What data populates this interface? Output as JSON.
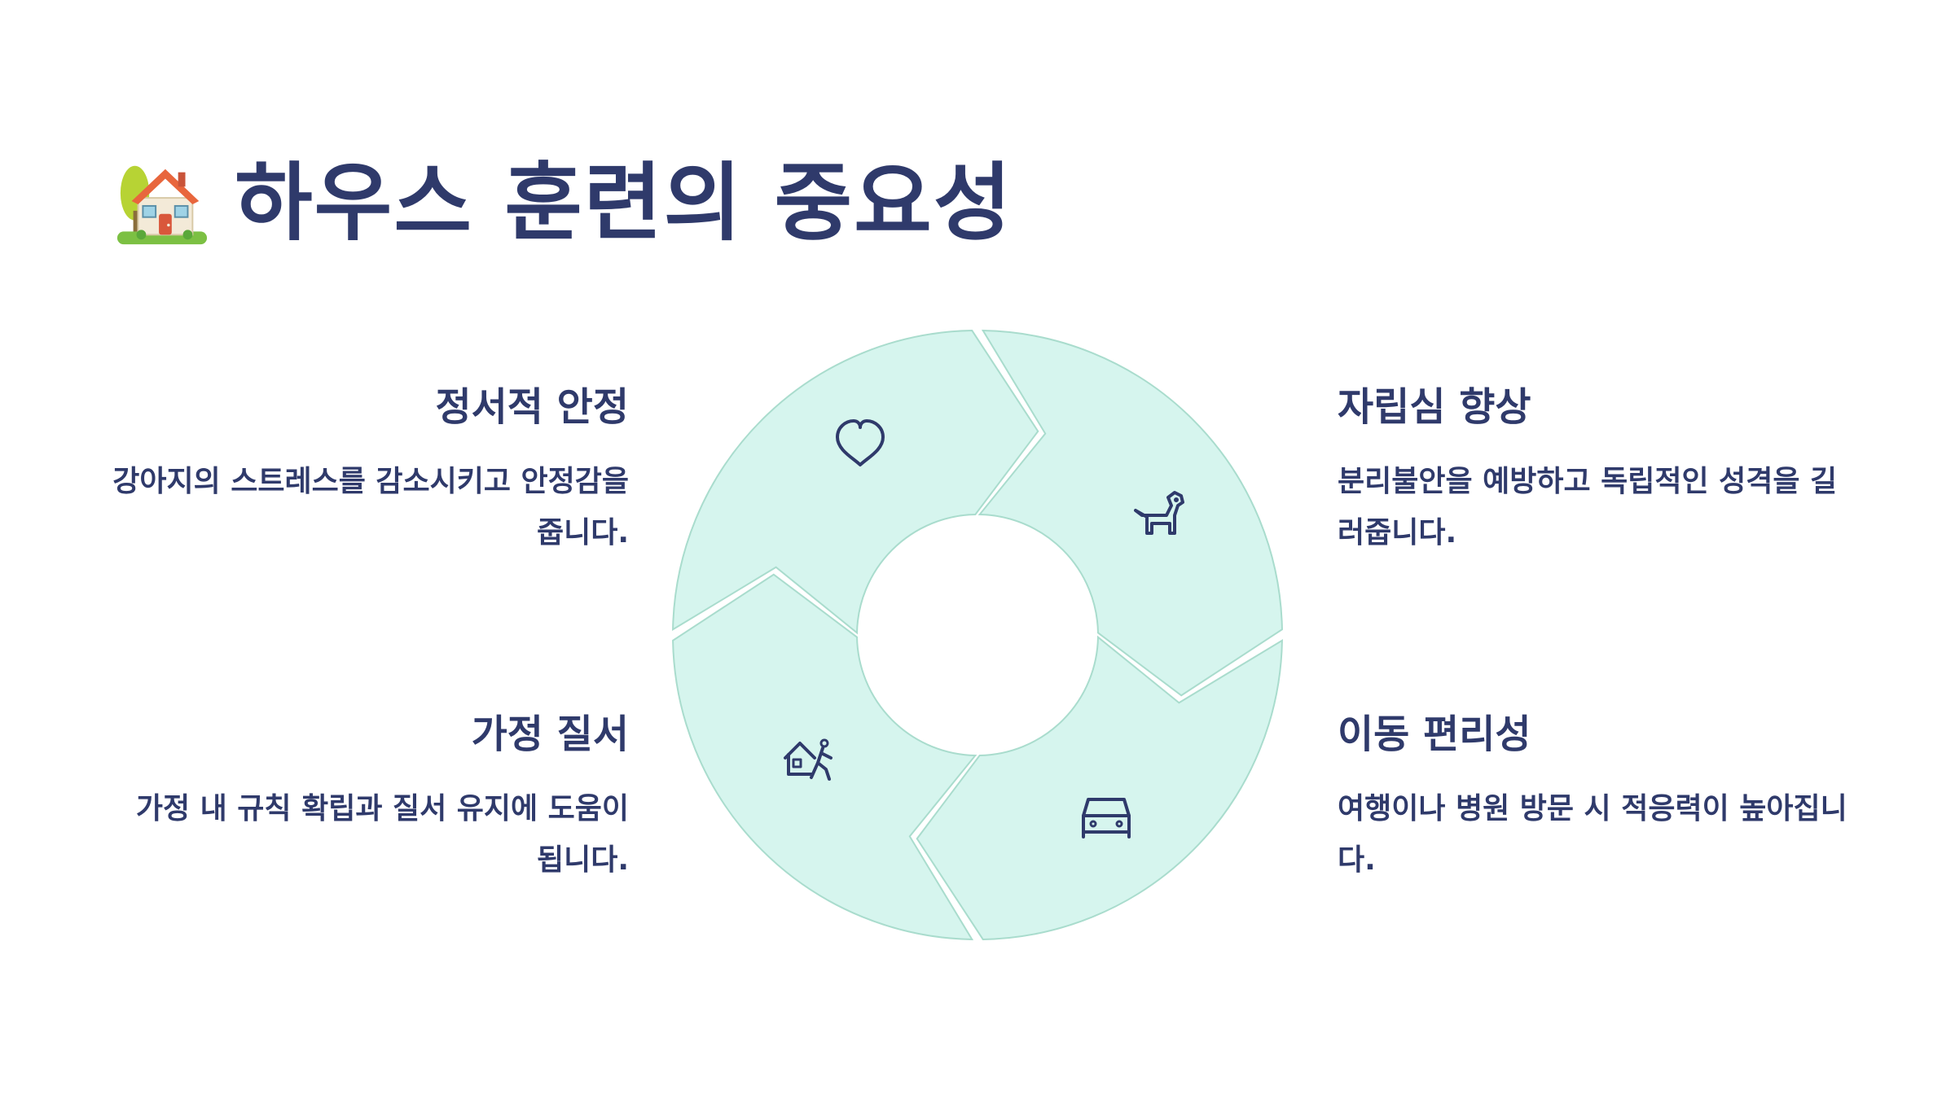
{
  "title": {
    "emoji_icon": "house-with-garden-icon",
    "text": "하우스 훈련의 중요성"
  },
  "colors": {
    "text": "#2f3a6b",
    "segment_fill": "#d6f5ee",
    "segment_stroke": "#a9dccd",
    "icon_stroke": "#2f3a6b"
  },
  "cycle": {
    "segments": [
      {
        "position": "top-left",
        "icon": "heart-icon",
        "heading": "정서적 안정",
        "description": "강아지의 스트레스를 감소시키고 안정감을 줍니다."
      },
      {
        "position": "top-right",
        "icon": "dog-icon",
        "heading": "자립심 향상",
        "description": "분리불안을 예방하고 독립적인 성격을 길러줍니다."
      },
      {
        "position": "bottom-right",
        "icon": "car-icon",
        "heading": "이동 편리성",
        "description": "여행이나 병원 방문 시 적응력이 높아집니다."
      },
      {
        "position": "bottom-left",
        "icon": "house-walk-icon",
        "heading": "가정 질서",
        "description": "가정 내 규칙 확립과 질서 유지에 도움이 됩니다."
      }
    ]
  }
}
